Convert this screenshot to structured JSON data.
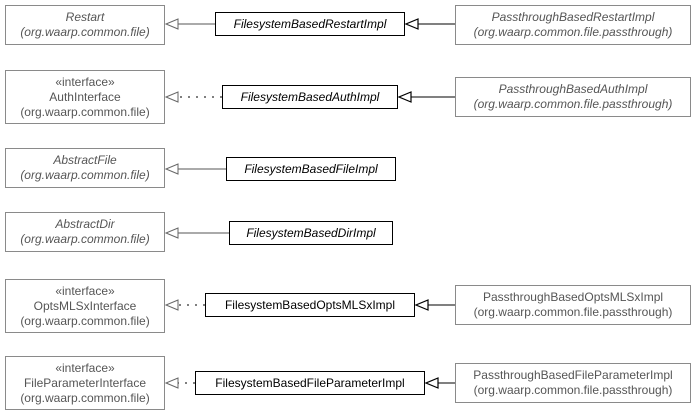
{
  "rows": [
    {
      "parent": {
        "name": "Restart",
        "pkg": "(org.waarp.common.file)",
        "italic": true
      },
      "impl": {
        "name": "FilesystemBasedRestartImpl",
        "italic": true
      },
      "child": {
        "name": "PassthroughBasedRestartImpl",
        "pkg": "(org.waarp.common.file.passthrough)",
        "italic": true
      }
    },
    {
      "parent": {
        "stereotype": "«interface»",
        "name": "AuthInterface",
        "pkg": "(org.waarp.common.file)",
        "italic": false
      },
      "impl": {
        "name": "FilesystemBasedAuthImpl",
        "italic": true
      },
      "child": {
        "name": "PassthroughBasedAuthImpl",
        "pkg": "(org.waarp.common.file.passthrough)",
        "italic": true
      }
    },
    {
      "parent": {
        "name": "AbstractFile",
        "pkg": "(org.waarp.common.file)",
        "italic": true
      },
      "impl": {
        "name": "FilesystemBasedFileImpl",
        "italic": true
      }
    },
    {
      "parent": {
        "name": "AbstractDir",
        "pkg": "(org.waarp.common.file)",
        "italic": true
      },
      "impl": {
        "name": "FilesystemBasedDirImpl",
        "italic": true
      }
    },
    {
      "parent": {
        "stereotype": "«interface»",
        "name": "OptsMLSxInterface",
        "pkg": "(org.waarp.common.file)",
        "italic": false
      },
      "impl": {
        "name": "FilesystemBasedOptsMLSxImpl",
        "italic": false
      },
      "child": {
        "name": "PassthroughBasedOptsMLSxImpl",
        "pkg": "(org.waarp.common.file.passthrough)",
        "italic": false
      }
    },
    {
      "parent": {
        "stereotype": "«interface»",
        "name": "FileParameterInterface",
        "pkg": "(org.waarp.common.file)",
        "italic": false
      },
      "impl": {
        "name": "FilesystemBasedFileParameterImpl",
        "italic": false
      },
      "child": {
        "name": "PassthroughBasedFileParameterImpl",
        "pkg": "(org.waarp.common.file.passthrough)",
        "italic": false
      }
    }
  ]
}
